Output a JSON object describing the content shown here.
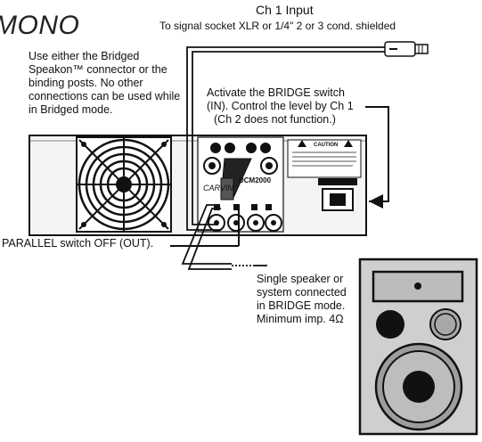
{
  "heading": "MONO",
  "input": {
    "title": "Ch 1 Input",
    "subtitle": "To signal socket XLR or 1/4\" 2 or 3 cond. shielded"
  },
  "notes": {
    "connector_lines": [
      "Use either the Bridged",
      "Speakon™ connector or the",
      "binding posts.  No other",
      "connections can be used while",
      "in Bridged mode."
    ],
    "bridge_lines": [
      "Activate the BRIDGE switch",
      "(IN).  Control the level by Ch 1",
      "(Ch 2 does not function.)"
    ],
    "parallel": "PARALLEL switch OFF (OUT).",
    "speaker_lines": [
      "Single speaker or",
      "system connected",
      "in BRIDGE mode.",
      "Minimum imp. 4Ω"
    ]
  },
  "amp_panel": {
    "brand": "CARVIN",
    "model": "DCM2000",
    "caution": "CAUTION"
  },
  "colors": {
    "ink": "#111111",
    "panel": "#f4f4f4",
    "paper": "#ffffff"
  }
}
